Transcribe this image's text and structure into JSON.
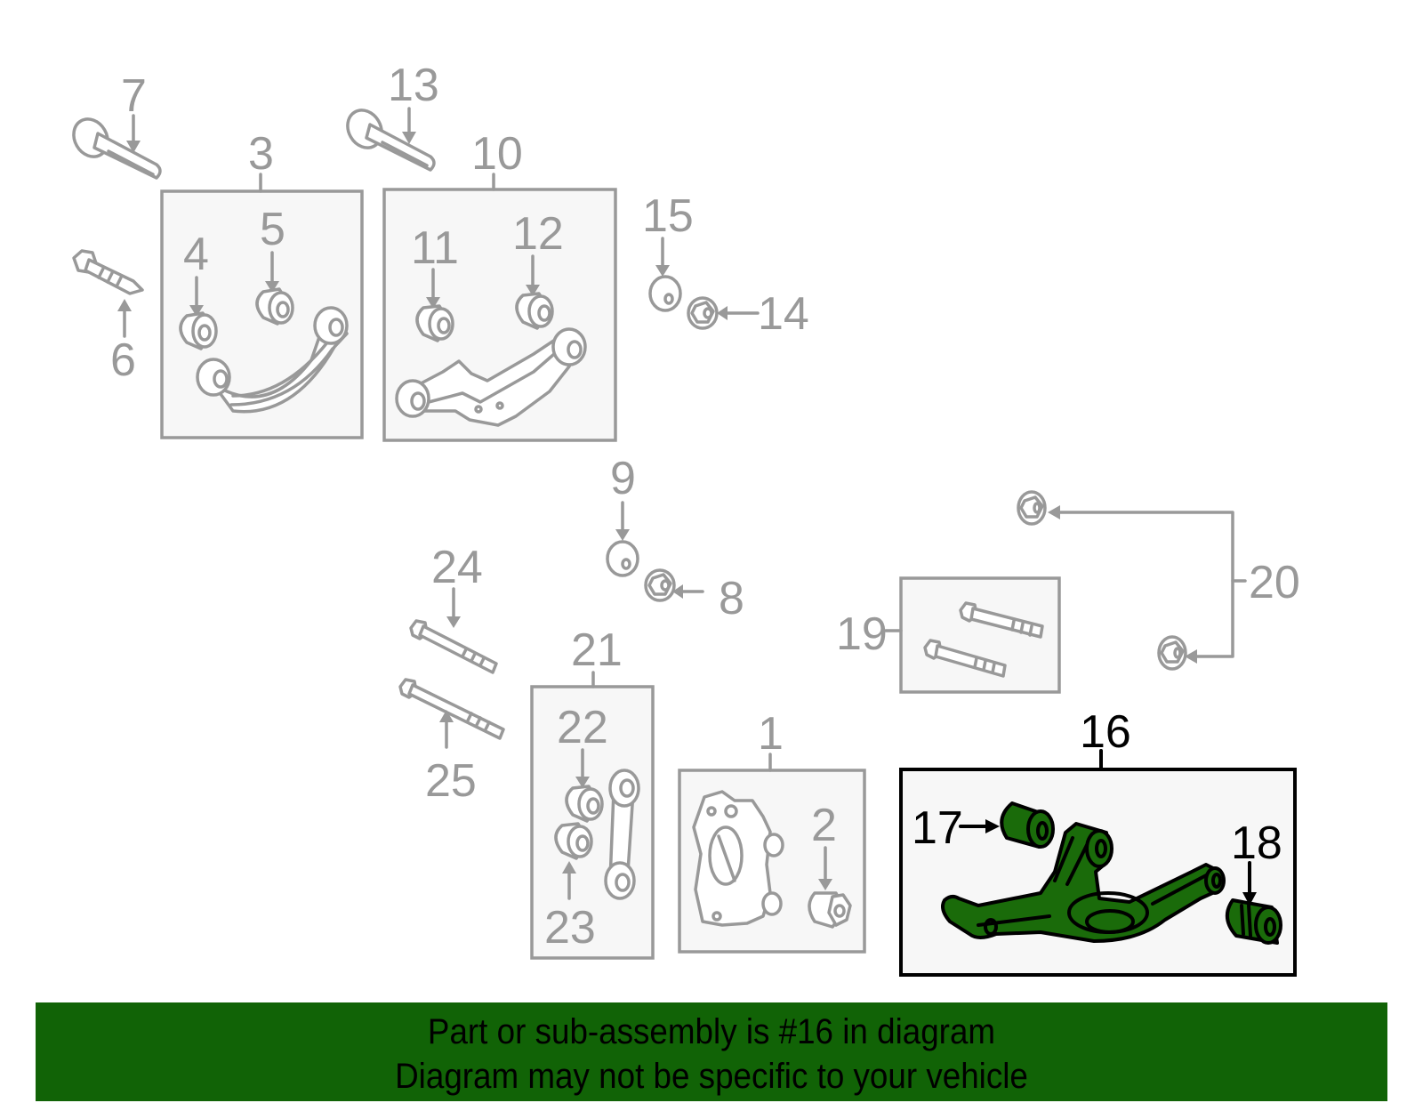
{
  "diagram": {
    "title": "Rear suspension parts diagram",
    "highlight_color": "#1a6b0a",
    "callouts": {
      "c1": "1",
      "c2": "2",
      "c3": "3",
      "c4": "4",
      "c5": "5",
      "c6": "6",
      "c7": "7",
      "c8": "8",
      "c9": "9",
      "c10": "10",
      "c11": "11",
      "c12": "12",
      "c13": "13",
      "c14": "14",
      "c15": "15",
      "c16": "16",
      "c17": "17",
      "c18": "18",
      "c19": "19",
      "c20": "20",
      "c21": "21",
      "c22": "22",
      "c23": "23",
      "c24": "24",
      "c25": "25"
    },
    "highlighted_part": "16"
  },
  "banner": {
    "background_color": "#116306",
    "line1": "Part or sub-assembly is #16 in diagram",
    "line2": "Diagram may not be specific to your vehicle"
  }
}
